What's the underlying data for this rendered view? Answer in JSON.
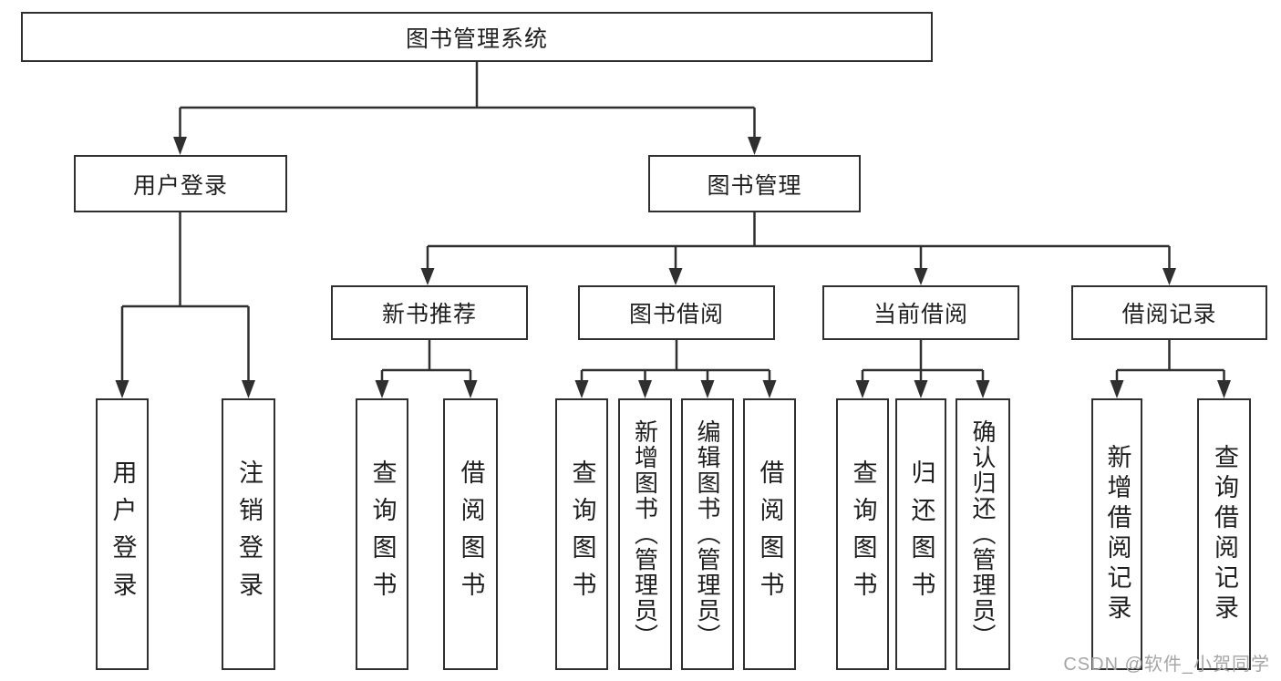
{
  "diagram_title": "图书管理系统",
  "watermark": {
    "text": "CSDN @软件_小贺同学"
  },
  "colors": {
    "line": "#2f2f2f",
    "box_border": "#2f2f2f",
    "text": "#1f1f1f",
    "watermark": "#a6a6a6",
    "background": "#ffffff"
  },
  "nodes": {
    "root": {
      "label": "图书管理系统"
    },
    "user_login": {
      "label": "用户登录"
    },
    "book_mgmt": {
      "label": "图书管理"
    },
    "new_book_rec": {
      "label": "新书推荐"
    },
    "book_borrow": {
      "label": "图书借阅"
    },
    "current_borrow": {
      "label": "当前借阅"
    },
    "borrow_records": {
      "label": "借阅记录"
    },
    "ul_user_login": {
      "label": "用户登录"
    },
    "ul_logout": {
      "label": "注销登录"
    },
    "nbr_query_books": {
      "label": "查询图书"
    },
    "nbr_borrow_books": {
      "label": "借阅图书"
    },
    "bb_query_books": {
      "label": "查询图书"
    },
    "bb_add_books_admin": {
      "label": "新增图书（管理员）"
    },
    "bb_edit_books_admin": {
      "label": "编辑图书（管理员）"
    },
    "bb_borrow_books": {
      "label": "借阅图书"
    },
    "cb_query_books": {
      "label": "查询图书"
    },
    "cb_return_books": {
      "label": "归还图书"
    },
    "cb_confirm_return_admin": {
      "label": "确认归还（管理员）"
    },
    "br_add_record": {
      "label": "新增借阅记录"
    },
    "br_query_record": {
      "label": "查询借阅记录"
    }
  },
  "edges": [
    [
      "root",
      "user_login"
    ],
    [
      "root",
      "book_mgmt"
    ],
    [
      "user_login",
      "ul_user_login"
    ],
    [
      "user_login",
      "ul_logout"
    ],
    [
      "book_mgmt",
      "new_book_rec"
    ],
    [
      "book_mgmt",
      "book_borrow"
    ],
    [
      "book_mgmt",
      "current_borrow"
    ],
    [
      "book_mgmt",
      "borrow_records"
    ],
    [
      "new_book_rec",
      "nbr_query_books"
    ],
    [
      "new_book_rec",
      "nbr_borrow_books"
    ],
    [
      "book_borrow",
      "bb_query_books"
    ],
    [
      "book_borrow",
      "bb_add_books_admin"
    ],
    [
      "book_borrow",
      "bb_edit_books_admin"
    ],
    [
      "book_borrow",
      "bb_borrow_books"
    ],
    [
      "current_borrow",
      "cb_query_books"
    ],
    [
      "current_borrow",
      "cb_return_books"
    ],
    [
      "current_borrow",
      "cb_confirm_return_admin"
    ],
    [
      "borrow_records",
      "br_add_record"
    ],
    [
      "borrow_records",
      "br_query_record"
    ]
  ]
}
